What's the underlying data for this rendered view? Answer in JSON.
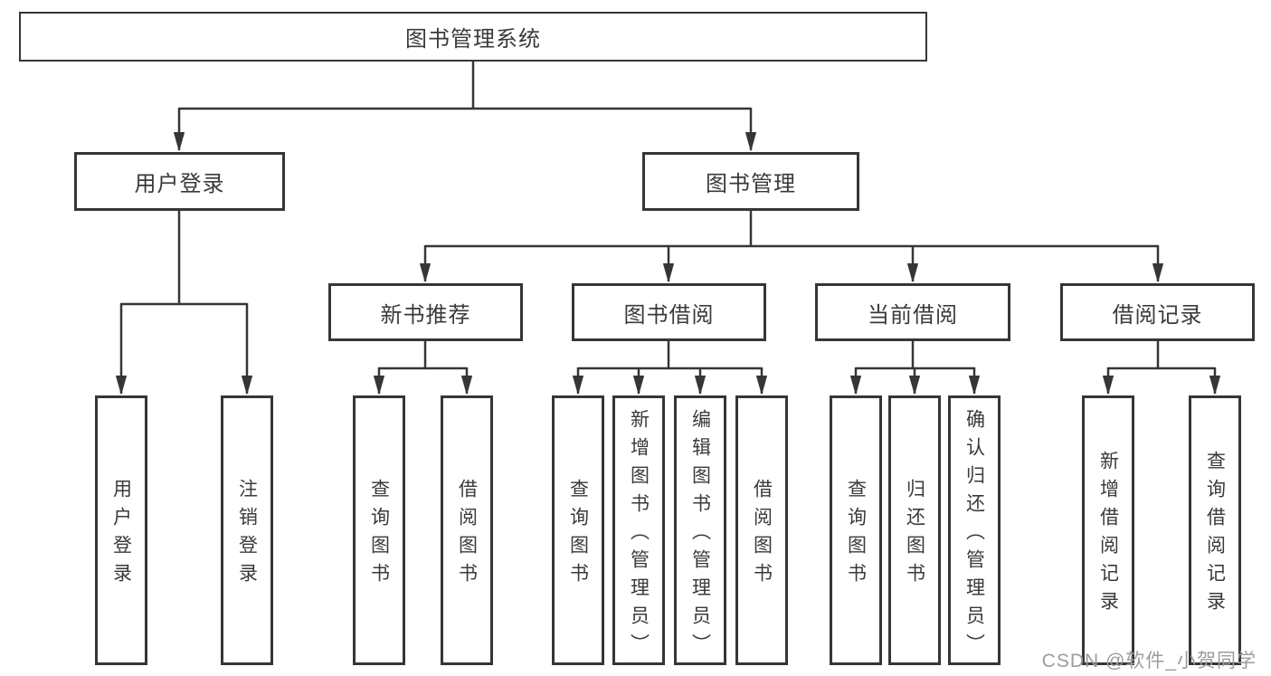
{
  "tree": {
    "root": {
      "label": "图书管理系统"
    },
    "branches": [
      {
        "label": "用户登录",
        "leaves": [
          {
            "label": "用户登录"
          },
          {
            "label": "注销登录"
          }
        ]
      },
      {
        "label": "图书管理",
        "groups": [
          {
            "label": "新书推荐",
            "leaves": [
              {
                "label": "查询图书"
              },
              {
                "label": "借阅图书"
              }
            ]
          },
          {
            "label": "图书借阅",
            "leaves": [
              {
                "label": "查询图书"
              },
              {
                "label": "新增图书（管理员）"
              },
              {
                "label": "编辑图书（管理员）"
              },
              {
                "label": "借阅图书"
              }
            ]
          },
          {
            "label": "当前借阅",
            "leaves": [
              {
                "label": "查询图书"
              },
              {
                "label": "归还图书"
              },
              {
                "label": "确认归还（管理员）"
              }
            ]
          },
          {
            "label": "借阅记录",
            "leaves": [
              {
                "label": "新增借阅记录"
              },
              {
                "label": "查询借阅记录"
              }
            ]
          }
        ]
      }
    ]
  },
  "watermark": {
    "text": "CSDN @软件_小贺同学"
  },
  "colors": {
    "line": "#363636",
    "text": "#3a3a3a",
    "watermark": "#9c9c9c",
    "background": "#ffffff"
  }
}
